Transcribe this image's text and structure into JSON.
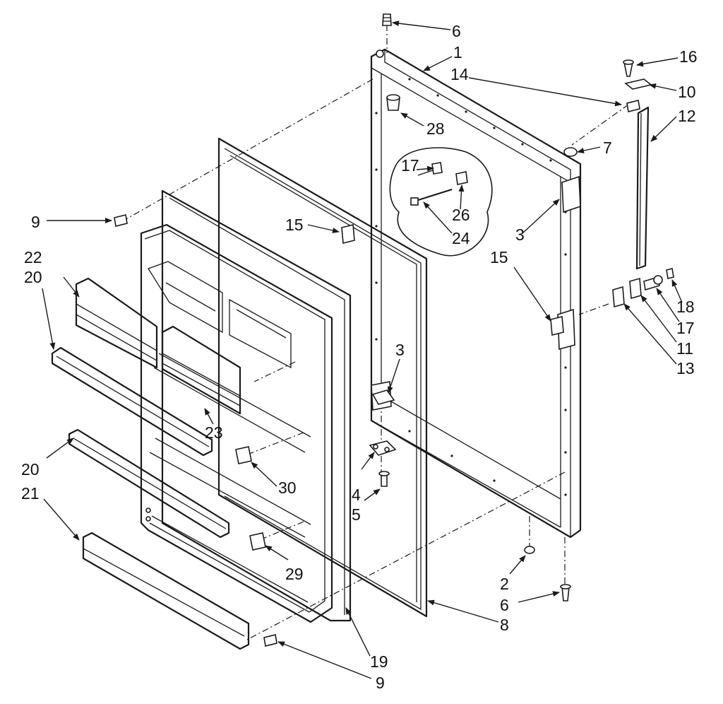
{
  "callouts": {
    "c6a": "6",
    "c1": "1",
    "c14": "14",
    "c16": "16",
    "c10": "10",
    "c12": "12",
    "c28": "28",
    "c7": "7",
    "c17a": "17",
    "c26": "26",
    "c24": "24",
    "c9a": "9",
    "c15a": "15",
    "c3a": "3",
    "c15b": "15",
    "c22": "22",
    "c20a": "20",
    "c18": "18",
    "c17b": "17",
    "c11": "11",
    "c13": "13",
    "c3b": "3",
    "c23": "23",
    "c20b": "20",
    "c30": "30",
    "c4": "4",
    "c21": "21",
    "c5": "5",
    "c29": "29",
    "c2": "2",
    "c6b": "6",
    "c8": "8",
    "c19": "19",
    "c9b": "9"
  }
}
